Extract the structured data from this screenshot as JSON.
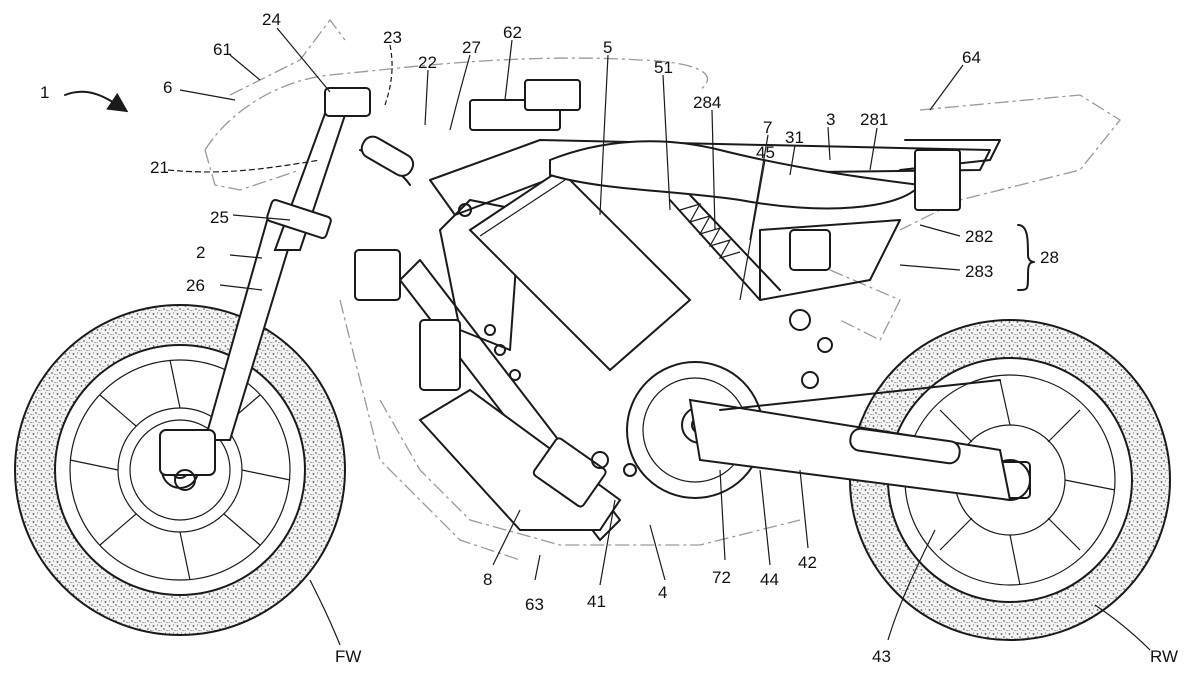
{
  "figure": {
    "background": "#ffffff",
    "ink": "#1a1a1a",
    "ghost_ink": "#9a9a9a",
    "reference_numerals": [
      "1",
      "6",
      "61",
      "24",
      "23",
      "22",
      "27",
      "62",
      "5",
      "51",
      "64",
      "284",
      "7",
      "45",
      "31",
      "3",
      "281",
      "21",
      "25",
      "282",
      "28",
      "2",
      "283",
      "26",
      "8",
      "63",
      "41",
      "4",
      "72",
      "44",
      "42",
      "43",
      "FW",
      "RW"
    ]
  }
}
